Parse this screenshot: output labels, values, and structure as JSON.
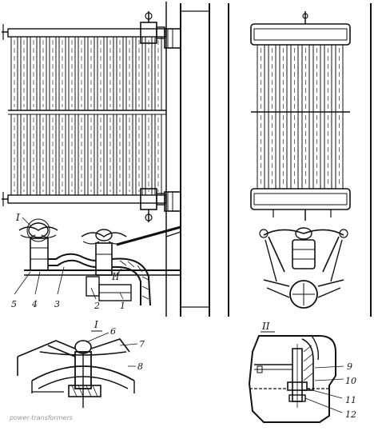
{
  "labels": {
    "view_I_main": "I",
    "view_II_main": "II",
    "view_I_detail": "I",
    "view_II_detail": "II",
    "n1": "1",
    "n2": "2",
    "n3": "3",
    "n4": "4",
    "n5": "5",
    "n6": "6",
    "n7": "7",
    "n8": "8",
    "n9": "9",
    "n10": "10",
    "n11": "11",
    "n12": "12"
  },
  "watermark": "power-transformers",
  "colors": {
    "ink": "#111111",
    "paper": "#ffffff",
    "watermark": "#9a9a9a"
  }
}
